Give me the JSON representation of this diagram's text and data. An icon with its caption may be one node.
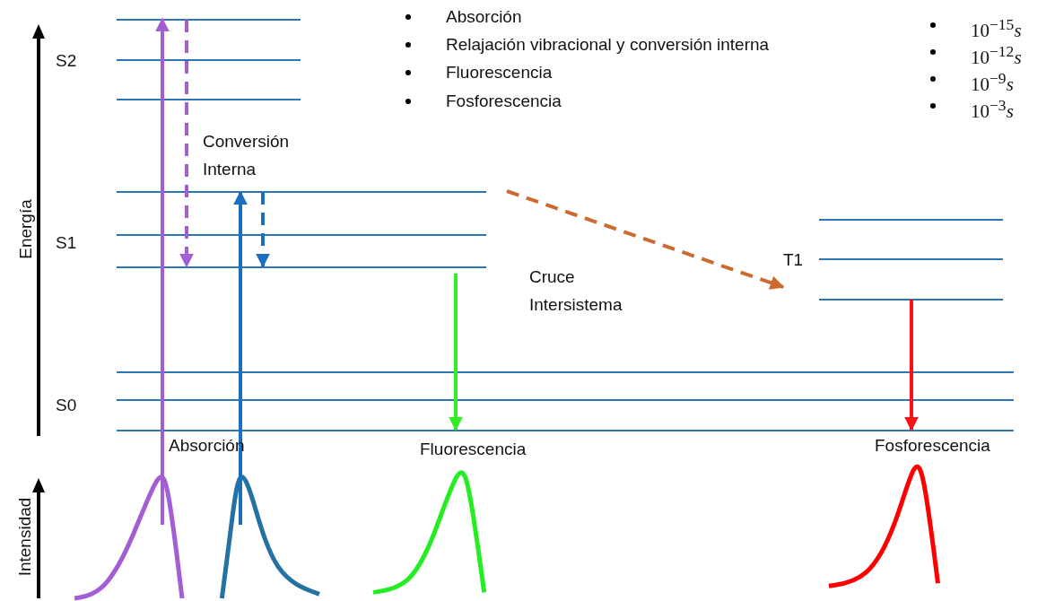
{
  "diagram": {
    "nodes": [
      {
        "text": [],
        "shape": "bar"
      },
      {
        "text": [],
        "shape": "bar"
      },
      {
        "text": [],
        "shape": "bar"
      },
      {
        "text": [],
        "shape": "bar"
      },
      {
        "text": [],
        "shape": "bar"
      },
      {
        "text": [],
        "shape": "bar"
      },
      {
        "text": [],
        "shape": "bar"
      },
      {
        "text": [],
        "shape": "bar"
      },
      {
        "text": [],
        "shape": "bar"
      },
      {
        "text": [],
        "shape": "bar"
      },
      {
        "text": [],
        "shape": "bar"
      },
      {
        "text": [],
        "shape": "bar"
      },
      {
        "text": [],
        "shape": "curve"
      },
      {
        "text": [],
        "shape": "curve"
      },
      {
        "text": [],
        "shape": "curve"
      },
      {
        "text": [],
        "shape": "curve"
      }
    ],
    "edges": [
      {
        "from": 12,
        "to": 0,
        "arrow": "to",
        "color": "#a45ed3"
      },
      {
        "from": 13,
        "to": 3,
        "arrow": "to",
        "color": "#1a6fc0"
      },
      {
        "from": 0,
        "to": 5,
        "arrow": "to",
        "style": "dashed",
        "color": "#a45ed3"
      },
      {
        "from": 3,
        "to": 5,
        "arrow": "to",
        "style": "dashed",
        "color": "#1a6fc0"
      },
      {
        "from": 5,
        "to": 11,
        "arrow": "to",
        "color": "#33ee22"
      },
      {
        "from": 3,
        "to": 8,
        "arrow": "to",
        "style": "dashed",
        "color": "#cc6a30"
      },
      {
        "from": 8,
        "to": 11,
        "arrow": "to",
        "color": "#ff1111"
      }
    ],
    "labels": [
      "Absorción",
      "Relajación vibracional y conversión interna",
      "Fluorescencia",
      "Fosforescencia",
      "10$^{−15}$*s*",
      "10$^{−12}$*s*",
      "10$^{−9}$*s*",
      "10$^{−3}$*s*",
      "S2",
      "Conversión Interna",
      "Energía",
      "S1",
      "T1",
      "Cruce Intersistema",
      "S0",
      "Absorción",
      "Fluorescencia",
      "Fosforescencia",
      "Intensidad"
    ]
  }
}
